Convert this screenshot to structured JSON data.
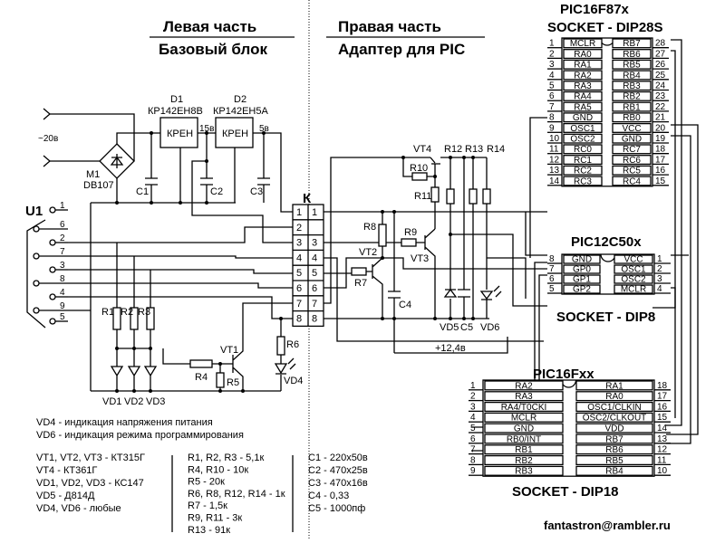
{
  "headers": {
    "left_1": "Левая часть",
    "left_2": "Базовый блок",
    "right_1": "Правая часть",
    "right_2": "Адаптер для PIC"
  },
  "power": {
    "ac_label": "~20в",
    "bridge": "M1",
    "bridge_part": "DB107",
    "d1": "D1",
    "d1_part": "КР142ЕН8В",
    "d2": "D2",
    "d2_part": "КР142ЕН5А",
    "reg_label": "КРЕН",
    "v15": "15в",
    "v5": "5в",
    "c1": "C1",
    "c2": "C2",
    "c3": "C3"
  },
  "connector_u1": {
    "label": "U1",
    "pins": [
      "1",
      "6",
      "2",
      "7",
      "3",
      "8",
      "4",
      "9",
      "5"
    ]
  },
  "connector_k": {
    "label": "К",
    "left_pins": [
      "1",
      "2",
      "3",
      "4",
      "5",
      "6",
      "7",
      "8"
    ],
    "right_pins": [
      "1",
      "",
      "3",
      "4",
      "5",
      "6",
      "7",
      "8"
    ]
  },
  "components": {
    "r1": "R1",
    "r2": "R2",
    "r3": "R3",
    "r4": "R4",
    "r5": "R5",
    "r6": "R6",
    "r7": "R7",
    "r8": "R8",
    "r9": "R9",
    "r10": "R10",
    "r11": "R11",
    "r12": "R12",
    "r13": "R13",
    "r14": "R14",
    "vt1": "VT1",
    "vt2": "VT2",
    "vt3": "VT3",
    "vt4": "VT4",
    "vd1": "VD1",
    "vd2": "VD2",
    "vd3": "VD3",
    "vd4": "VD4",
    "vd5": "VD5",
    "vd6": "VD6",
    "c4": "C4",
    "c5": "C5",
    "v12": "+12,4в"
  },
  "dip28": {
    "title": "PIC16F87x",
    "socket": "SOCKET - DIP28S",
    "left": [
      [
        "1",
        "MCLR"
      ],
      [
        "2",
        "RA0"
      ],
      [
        "3",
        "RA1"
      ],
      [
        "4",
        "RA2"
      ],
      [
        "5",
        "RA3"
      ],
      [
        "6",
        "RA4"
      ],
      [
        "7",
        "RA5"
      ],
      [
        "8",
        "GND"
      ],
      [
        "9",
        "OSC1"
      ],
      [
        "10",
        "OSC2"
      ],
      [
        "11",
        "RC0"
      ],
      [
        "12",
        "RC1"
      ],
      [
        "13",
        "RC2"
      ],
      [
        "14",
        "RC3"
      ]
    ],
    "right": [
      [
        "28",
        "RB7"
      ],
      [
        "27",
        "RB6"
      ],
      [
        "26",
        "RB5"
      ],
      [
        "25",
        "RB4"
      ],
      [
        "24",
        "RB3"
      ],
      [
        "23",
        "RB2"
      ],
      [
        "22",
        "RB1"
      ],
      [
        "21",
        "RB0"
      ],
      [
        "20",
        "VCC"
      ],
      [
        "19",
        "GND"
      ],
      [
        "18",
        "RC7"
      ],
      [
        "17",
        "RC6"
      ],
      [
        "16",
        "RC5"
      ],
      [
        "15",
        "RC4"
      ]
    ]
  },
  "dip8": {
    "title": "PIC12C50x",
    "socket": "SOCKET - DIP8",
    "left": [
      [
        "8",
        "GND"
      ],
      [
        "7",
        "GP0"
      ],
      [
        "6",
        "GP1"
      ],
      [
        "5",
        "GP2"
      ]
    ],
    "right": [
      [
        "1",
        "VCC"
      ],
      [
        "2",
        "OSC1"
      ],
      [
        "3",
        "OSC2"
      ],
      [
        "4",
        "MCLR"
      ]
    ]
  },
  "dip18": {
    "title": "PIC16Fxx",
    "socket": "SOCKET - DIP18",
    "left": [
      [
        "1",
        "RA2"
      ],
      [
        "2",
        "RA3"
      ],
      [
        "3",
        "RA4/T0CKI"
      ],
      [
        "4",
        "MCLR"
      ],
      [
        "5",
        "GND"
      ],
      [
        "6",
        "RB0/INT"
      ],
      [
        "7",
        "RB1"
      ],
      [
        "8",
        "RB2"
      ],
      [
        "9",
        "RB3"
      ]
    ],
    "right": [
      [
        "18",
        "RA1"
      ],
      [
        "17",
        "RA0"
      ],
      [
        "16",
        "OSC1/CLKIN"
      ],
      [
        "15",
        "OSC2/CLKOUT"
      ],
      [
        "14",
        "VDD"
      ],
      [
        "13",
        "RB7"
      ],
      [
        "12",
        "RB6"
      ],
      [
        "11",
        "RB5"
      ],
      [
        "10",
        "RB4"
      ]
    ]
  },
  "notes": {
    "indication": [
      "VD4 - индикация напряжения питания",
      "VD6 - индикация режима программирования"
    ],
    "semiconductors": [
      "VT1, VT2, VT3 - КТ315Г",
      "VT4 - КТ361Г",
      "VD1, VD2, VD3 - КС147",
      "VD5 - Д814Д",
      "VD4, VD6 - любые"
    ],
    "resistors": [
      "R1, R2, R3 - 5,1к",
      "R4, R10 - 10к",
      "R5 - 20к",
      "R6, R8, R12, R14 - 1к",
      "R7 - 1,5к",
      "R9, R11 - 3к",
      "R13 - 91к"
    ],
    "capacitors": [
      "C1 - 220x50в",
      "C2 - 470x25в",
      "C3 - 470x16в",
      "C4 - 0,33",
      "C5 - 1000пф"
    ]
  },
  "email": "fantastron@rambler.ru"
}
